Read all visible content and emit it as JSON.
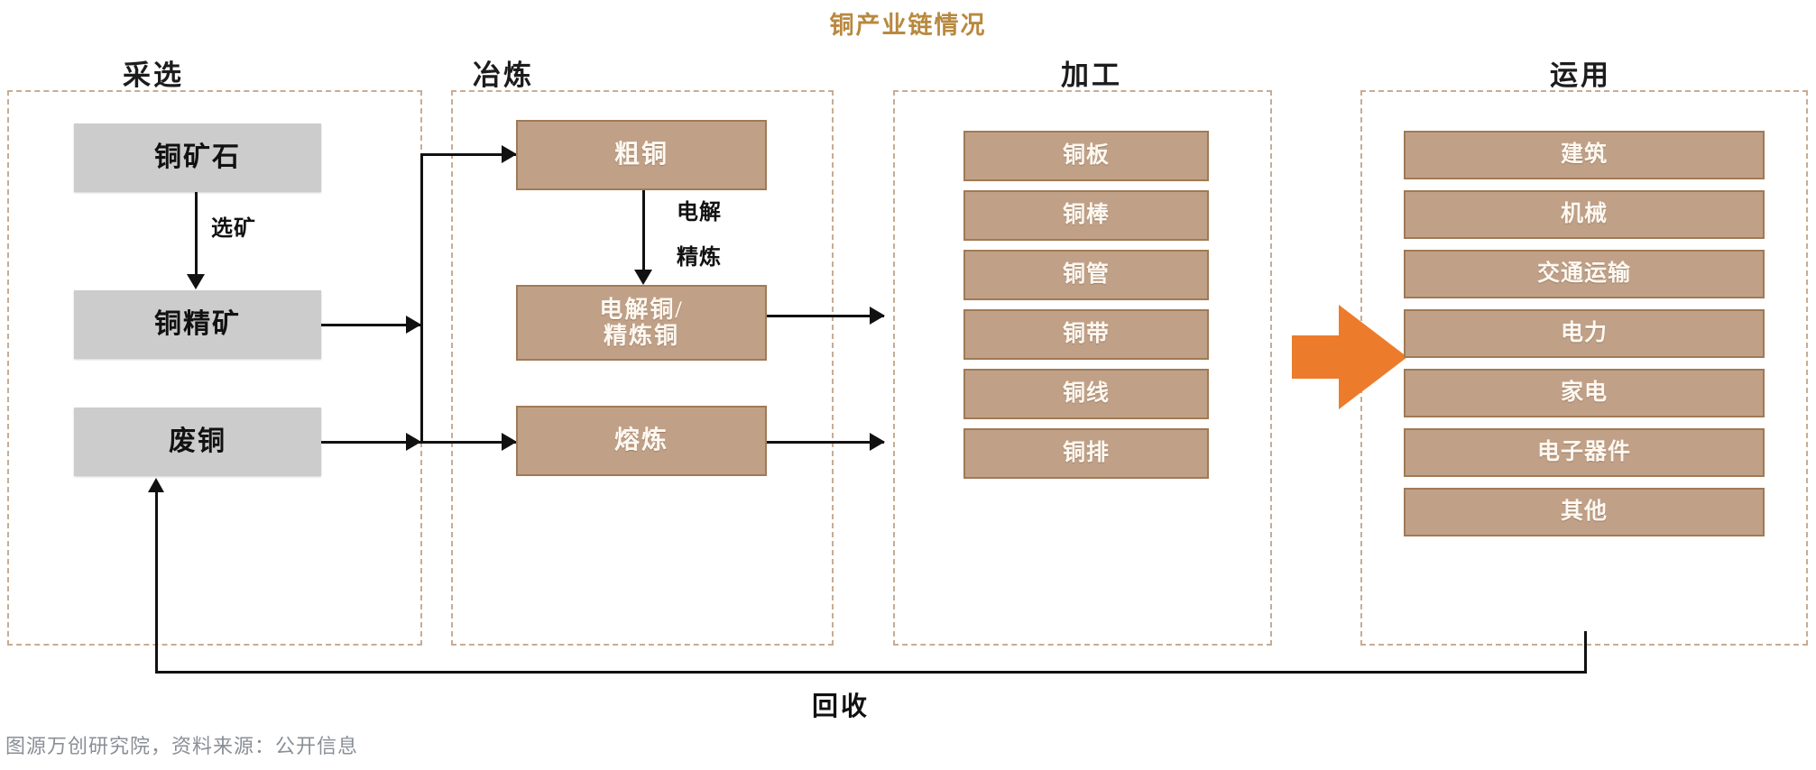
{
  "title": "铜产业链情况",
  "colors": {
    "title": "#b8893f",
    "group_border": "#c8ac94",
    "gray_box": "#cccccc",
    "copper_box": "#c0a188",
    "copper_border": "#a07a55",
    "orange_arrow": "#ec7c2b",
    "connector": "#111111",
    "footer": "#8a8f96"
  },
  "stages": [
    {
      "key": "mining",
      "label": "采选",
      "items": [
        "铜矿石",
        "铜精矿",
        "废铜"
      ]
    },
    {
      "key": "smelting",
      "label": "冶炼",
      "items": [
        "粗铜",
        "电解铜/\n精炼铜",
        "熔炼"
      ]
    },
    {
      "key": "processing",
      "label": "加工",
      "items": [
        "铜板",
        "铜棒",
        "铜管",
        "铜带",
        "铜线",
        "铜排"
      ]
    },
    {
      "key": "application",
      "label": "运用",
      "items": [
        "建筑",
        "机械",
        "交通运输",
        "电力",
        "家电",
        "电子器件",
        "其他"
      ]
    }
  ],
  "boxes": {
    "copper_ore": "铜矿石",
    "copper_concentrate": "铜精矿",
    "scrap_copper": "废铜",
    "blister_copper": "粗铜",
    "electrolytic_copper_l1": "电解铜/",
    "electrolytic_copper_l2": "精炼铜",
    "melting": "熔炼",
    "plate": "铜板",
    "rod": "铜棒",
    "tube": "铜管",
    "strip": "铜带",
    "wire": "铜线",
    "busbar": "铜排",
    "construction": "建筑",
    "machinery": "机械",
    "transport": "交通运输",
    "power": "电力",
    "appliance": "家电",
    "electronics": "电子器件",
    "other": "其他"
  },
  "edge_labels": {
    "ore_dressing": "选矿",
    "electro_refining_l1": "电解",
    "electro_refining_l2": "精炼",
    "recycle": "回收"
  },
  "icons": {
    "orange_flow_arrow": "right-arrow-icon"
  },
  "footer": "图源万创研究院，资料来源：公开信息"
}
